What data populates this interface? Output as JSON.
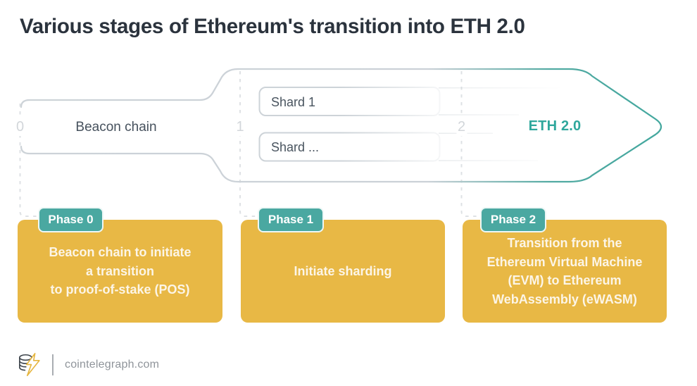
{
  "title": "Various stages of Ethereum's transition into ETH 2.0",
  "timeline": {
    "markers": [
      "0",
      "1",
      "2"
    ],
    "beacon_label": "Beacon chain",
    "shards": [
      "Shard 1",
      "Shard ..."
    ],
    "eth2_label": "ETH 2.0"
  },
  "phases": [
    {
      "badge": "Phase 0",
      "text": "Beacon chain to initiate\na transition\nto proof-of-stake (POS)"
    },
    {
      "badge": "Phase 1",
      "text": "Initiate sharding"
    },
    {
      "badge": "Phase 2",
      "text": "Transition from the\nEthereum Virtual Machine\n(EVM) to Ethereum\nWebAssembly (eWASM)"
    }
  ],
  "footer": {
    "site": "cointelegraph.com"
  },
  "colors": {
    "accent_teal": "#4aa8a1",
    "accent_teal_text": "#2fa79c",
    "accent_yellow": "#e8b845",
    "outline_gray": "#cdd3d8",
    "title_color": "#2b333d"
  }
}
